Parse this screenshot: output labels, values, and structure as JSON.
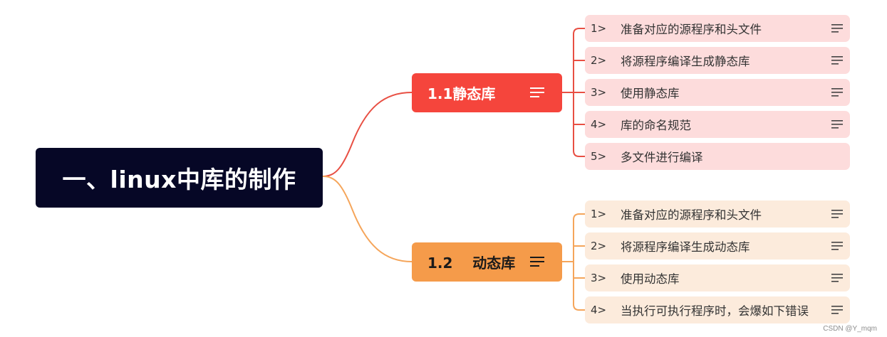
{
  "colors": {
    "root_bg": "#060726",
    "branch1": "#f5453c",
    "branch2": "#f59b4a",
    "item1_bg": "#fddcdc",
    "item2_bg": "#fcebdc",
    "edge1": "#e84f43",
    "edge2": "#f5a55a"
  },
  "root": {
    "label": "一、linux中库的制作"
  },
  "branches": [
    {
      "label": "1.1静态库",
      "icon": "menu-lines-icon",
      "items": [
        {
          "num": "1>",
          "text": "准备对应的源程序和头文件",
          "has_menu": true
        },
        {
          "num": "2>",
          "text": "将源程序编译生成静态库",
          "has_menu": true
        },
        {
          "num": "3>",
          "text": "使用静态库",
          "has_menu": true
        },
        {
          "num": "4>",
          "text": "库的命名规范",
          "has_menu": true
        },
        {
          "num": "5>",
          "text": "多文件进行编译",
          "has_menu": false
        }
      ]
    },
    {
      "label": "1.2    动态库",
      "icon": "menu-lines-icon",
      "items": [
        {
          "num": "1>",
          "text": "准备对应的源程序和头文件",
          "has_menu": true
        },
        {
          "num": "2>",
          "text": "将源程序编译生成动态库",
          "has_menu": true
        },
        {
          "num": "3>",
          "text": "使用动态库",
          "has_menu": true
        },
        {
          "num": "4>",
          "text": "当执行可执行程序时，会爆如下错误",
          "has_menu": true
        }
      ]
    }
  ],
  "watermark": "CSDN @Y_mqm"
}
